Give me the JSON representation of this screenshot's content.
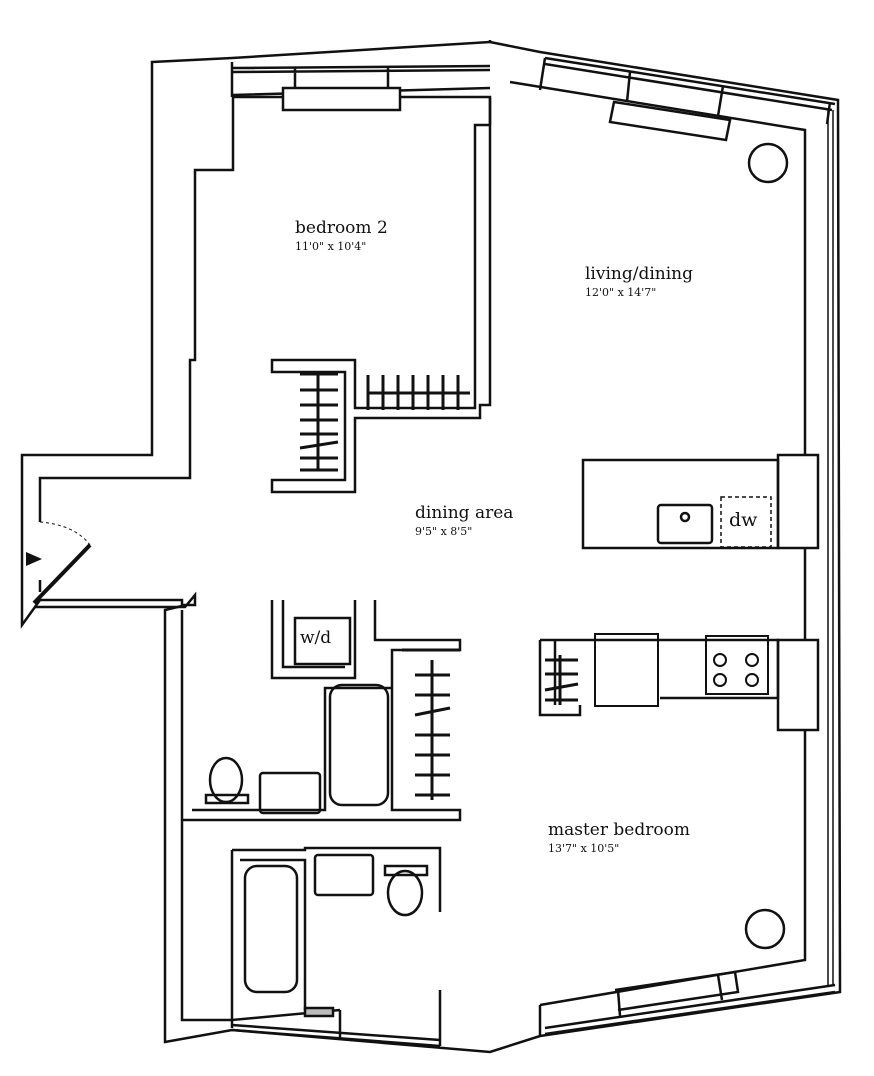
{
  "rooms": [
    {
      "name": "bedroom 2",
      "dims": "11'0\" x 10'4\""
    },
    {
      "name": "living/dining",
      "dims": "12'0\" x 14'7\""
    },
    {
      "name": "dining area",
      "dims": "9'5\" x 8'5\""
    },
    {
      "name": "master bedroom",
      "dims": "13'7\" x 10'5\""
    }
  ],
  "fixtures": {
    "dishwasher": "dw",
    "washer_dryer": "w/d"
  },
  "colors": {
    "wall": "#111111",
    "background": "#ffffff"
  }
}
